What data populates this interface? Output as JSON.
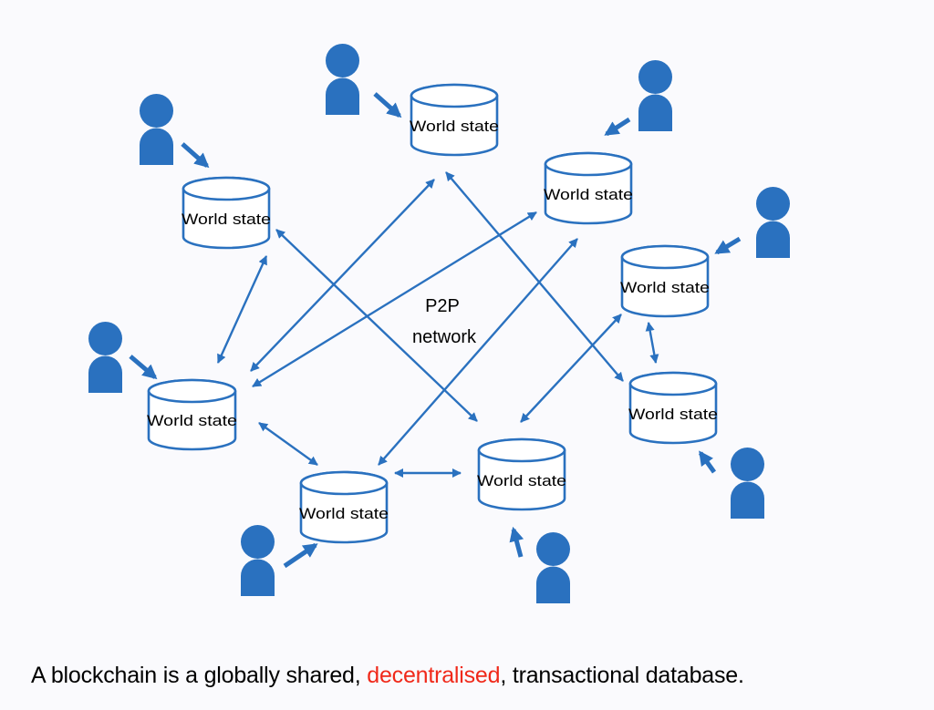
{
  "diagram": {
    "center_label_line1": "P2P",
    "center_label_line2": "network",
    "nodes": [
      {
        "id": "n-top-center",
        "label": "World state"
      },
      {
        "id": "n-top-left",
        "label": "World state"
      },
      {
        "id": "n-top-right",
        "label": "World state"
      },
      {
        "id": "n-right-upper",
        "label": "World state"
      },
      {
        "id": "n-left-middle",
        "label": "World state"
      },
      {
        "id": "n-right-lower",
        "label": "World state"
      },
      {
        "id": "n-bottom-middle",
        "label": "World state"
      },
      {
        "id": "n-bottom-left",
        "label": "World state"
      }
    ],
    "connections": [
      [
        "n-top-center",
        "n-left-middle"
      ],
      [
        "n-top-right",
        "n-left-middle"
      ],
      [
        "n-top-center",
        "n-right-lower"
      ],
      [
        "n-top-left",
        "n-bottom-middle"
      ],
      [
        "n-top-left",
        "n-left-middle"
      ],
      [
        "n-top-right",
        "n-bottom-left"
      ],
      [
        "n-right-upper",
        "n-bottom-middle"
      ],
      [
        "n-right-upper",
        "n-right-lower"
      ],
      [
        "n-left-middle",
        "n-bottom-left"
      ],
      [
        "n-bottom-left",
        "n-bottom-middle"
      ]
    ],
    "users": [
      {
        "id": "u-top-center",
        "node": "n-top-center"
      },
      {
        "id": "u-top-left",
        "node": "n-top-left"
      },
      {
        "id": "u-top-right",
        "node": "n-top-right"
      },
      {
        "id": "u-right-upper",
        "node": "n-right-upper"
      },
      {
        "id": "u-left-middle",
        "node": "n-left-middle"
      },
      {
        "id": "u-right-lower",
        "node": "n-right-lower"
      },
      {
        "id": "u-bottom-middle",
        "node": "n-bottom-middle"
      },
      {
        "id": "u-bottom-left",
        "node": "n-bottom-left"
      }
    ],
    "icons": {
      "user": "person-icon",
      "node": "database-cylinder-icon"
    }
  },
  "caption": {
    "before": "A blockchain is a globally shared, ",
    "highlight": "decentralised",
    "after": ", transactional database."
  },
  "colors": {
    "accent_blue": "#2a71bf",
    "highlight_red": "#f0291a",
    "background": "#fafafd",
    "cylinder_fill": "#ffffff"
  }
}
